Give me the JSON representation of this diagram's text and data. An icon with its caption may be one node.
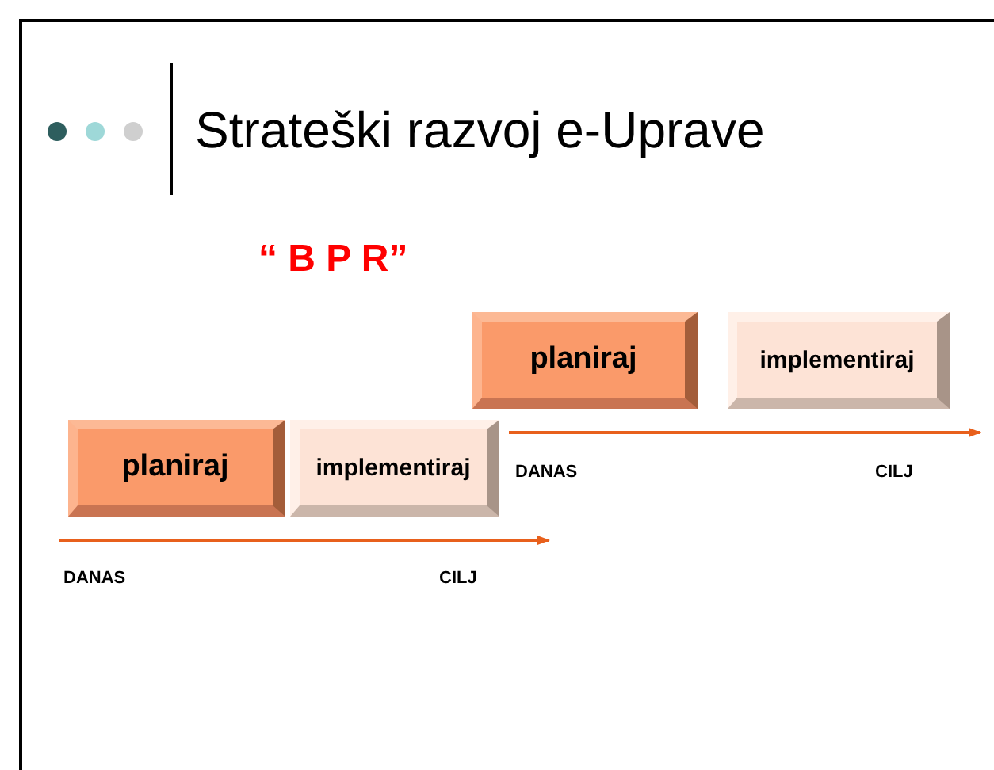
{
  "diagram": {
    "title": "Strateški razvoj e-Uprave",
    "nodes": [
      {
        "text": [
          "planiraj"
        ]
      },
      {
        "text": [
          "implementiraj"
        ]
      },
      {
        "text": [
          "planiraj"
        ]
      },
      {
        "text": [
          "implementiraj"
        ]
      }
    ],
    "labels": [
      "“ B P R”",
      "DANAS",
      "CILJ",
      "DANAS",
      "CILJ"
    ]
  }
}
